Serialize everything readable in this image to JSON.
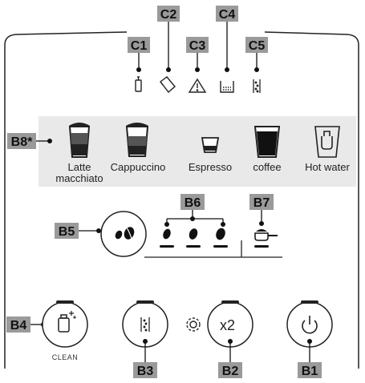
{
  "callouts": {
    "c1": "C1",
    "c2": "C2",
    "c3": "C3",
    "c4": "C4",
    "c5": "C5",
    "b1": "B1",
    "b2": "B2",
    "b3": "B3",
    "b4": "B4",
    "b5": "B5",
    "b6": "B6",
    "b7": "B7",
    "b8": "B8*"
  },
  "beverages": {
    "latte_line1": "Latte",
    "latte_line2": "macchiato",
    "cappuccino": "Cappuccino",
    "espresso": "Espresso",
    "coffee": "coffee",
    "hot_water": "Hot water"
  },
  "buttons": {
    "clean_label": "CLEAN",
    "double_label": "x2"
  },
  "icons": {
    "c1": "milk-tube-icon",
    "c2": "empty-container-icon",
    "c3": "warning-icon",
    "c4": "drip-tray-icon",
    "c5": "descale-icon",
    "b1": "power-icon",
    "b2": "gear-icon",
    "b3": "descale-icon",
    "b4": "clean-icon",
    "b5": "beans-icon",
    "b6": "bean-strength-icon",
    "b7": "ground-coffee-scoop-icon"
  },
  "colors": {
    "tag_bg": "#9a9a9a",
    "panel_bg": "#e9e9e9",
    "line": "#111111"
  }
}
